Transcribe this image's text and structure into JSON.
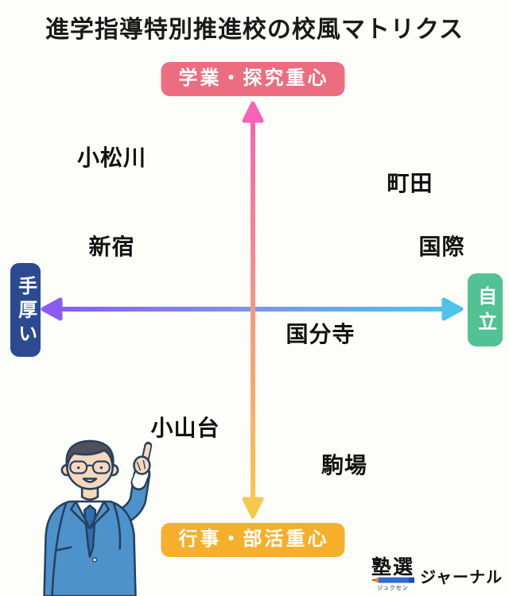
{
  "title": "進学指導特別推進校の校風マトリクス",
  "axes": {
    "top": {
      "label": "学業・探究重心",
      "color": "#ec6d80"
    },
    "bottom": {
      "label": "行事・部活重心",
      "color": "#f5af2d"
    },
    "left": {
      "label": "手厚い",
      "color": "#2b4a8f"
    },
    "right": {
      "label": "自立",
      "color": "#52c193"
    }
  },
  "arrows": {
    "vertical": {
      "top_color": "#f763b4",
      "mid_color": "#f09a82",
      "bottom_color": "#f8c84e"
    },
    "horizontal": {
      "left_color": "#8b5cf2",
      "mid_color": "#7d94e9",
      "right_color": "#4fc3e8"
    }
  },
  "chart_data": {
    "type": "scatter",
    "title": "進学指導特別推進校の校風マトリクス",
    "x_axis": {
      "negative_label": "手厚い",
      "positive_label": "自立",
      "range": [
        -1,
        1
      ]
    },
    "y_axis": {
      "negative_label": "行事・部活重心",
      "positive_label": "学業・探究重心",
      "range": [
        -1,
        1
      ]
    },
    "grid": false,
    "points": [
      {
        "label": "小松川",
        "x": -0.71,
        "y": 0.77
      },
      {
        "label": "町田",
        "x": 0.79,
        "y": 0.64
      },
      {
        "label": "新宿",
        "x": -0.71,
        "y": 0.32
      },
      {
        "label": "国際",
        "x": 0.95,
        "y": 0.32
      },
      {
        "label": "国分寺",
        "x": 0.34,
        "y": -0.12
      },
      {
        "label": "小山台",
        "x": -0.34,
        "y": -0.59
      },
      {
        "label": "駒場",
        "x": 0.46,
        "y": -0.78
      }
    ]
  },
  "footer": {
    "logo_main": "塾選",
    "logo_sub": "ジュクセン",
    "logo_suffix": "ジャーナル"
  },
  "illustration": {
    "name": "man-pointing-up"
  }
}
